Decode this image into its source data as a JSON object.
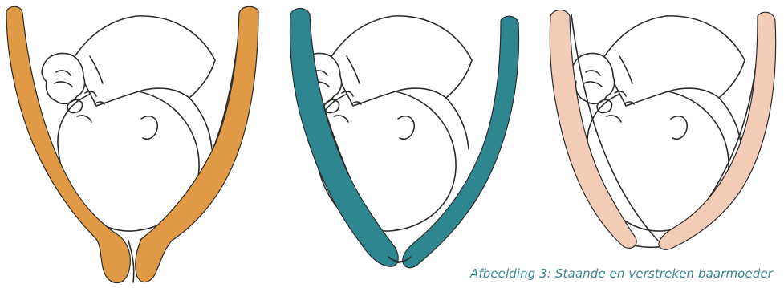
{
  "caption": "Afbeelding 3: Staande en verstreken baarmoeder",
  "panels": [
    {
      "name": "panel-orange",
      "color": "#E09A45",
      "state": "closed"
    },
    {
      "name": "panel-teal",
      "color": "#2E8790",
      "state": "partially-open"
    },
    {
      "name": "panel-peach",
      "color": "#F3CCB8",
      "state": "open"
    }
  ],
  "outline_color": "#2b2b2b",
  "icons": [
    "fetus-illustration",
    "uterine-wall",
    "cervix"
  ]
}
